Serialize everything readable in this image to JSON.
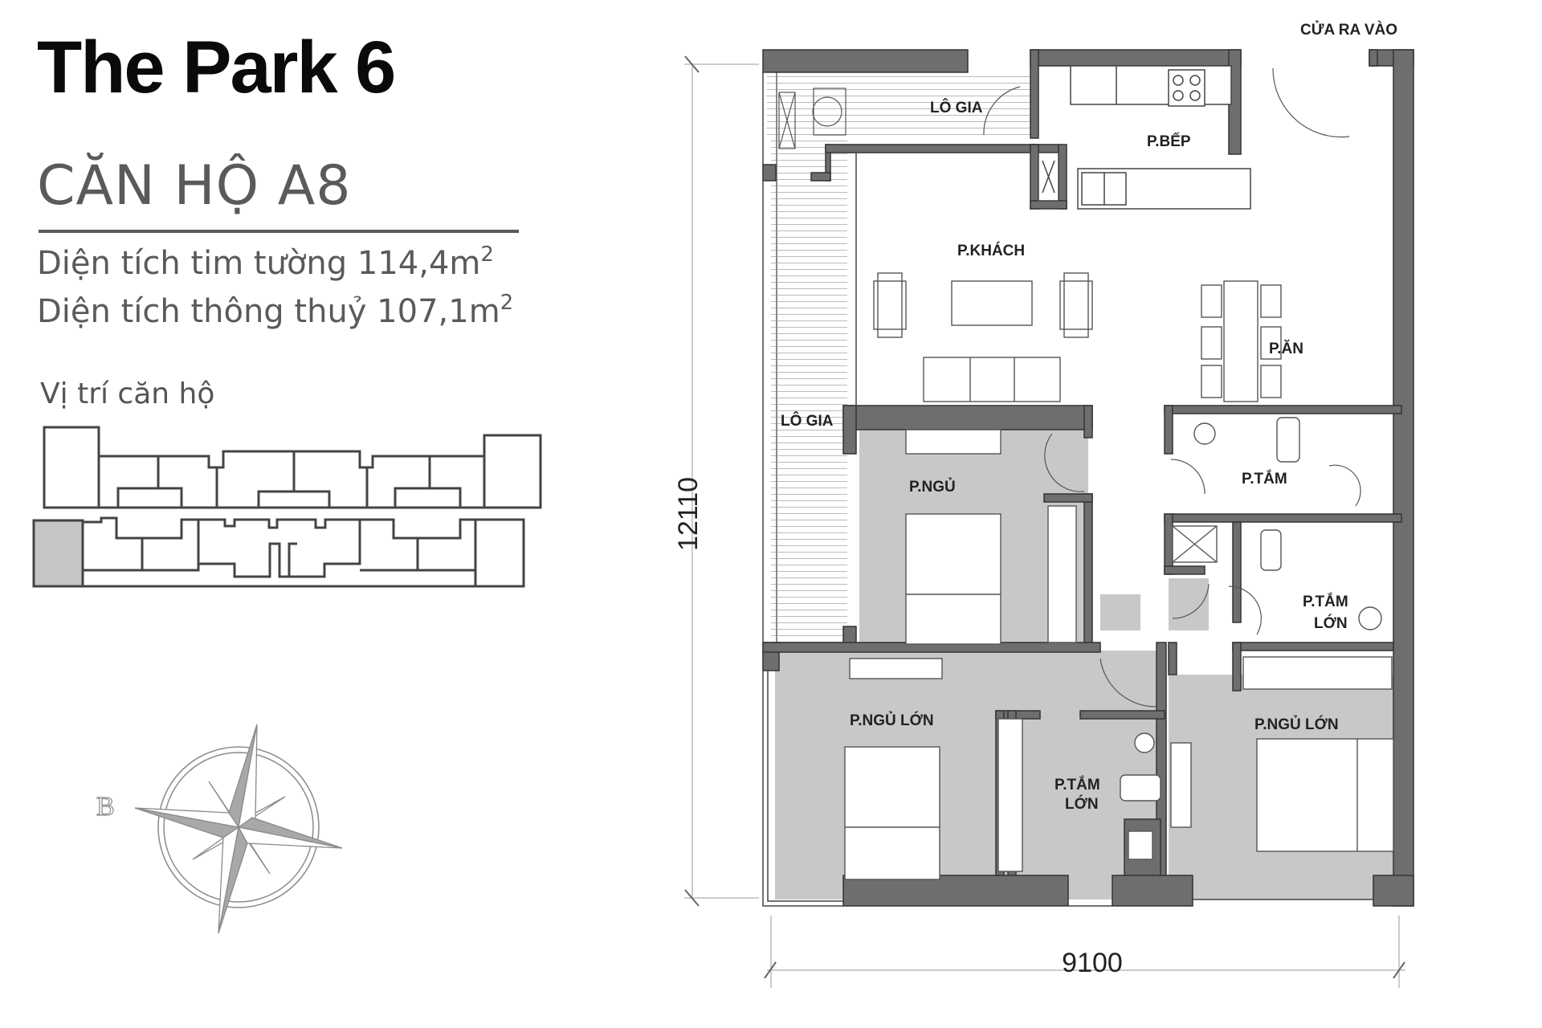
{
  "header": {
    "project_title": "The Park 6",
    "unit_title": "CĂN HỘ A8",
    "area_gross_label": "Diện tích tim tường 114,4m",
    "area_gross_unit_sup": "2",
    "area_net_label": "Diện tích thông thuỷ 107,1m",
    "area_net_unit_sup": "2"
  },
  "location": {
    "label": "Vị trí căn hộ",
    "highlight_color": "#c6c6c6",
    "highlighted_unit": "bottom-left corner"
  },
  "compass": {
    "north_letter": "B"
  },
  "floor_plan": {
    "entrance_label": "CỬA RA VÀO",
    "rooms": [
      {
        "id": "logia-top",
        "label": "LÔ GIA"
      },
      {
        "id": "kitchen",
        "label": "P.BẾP"
      },
      {
        "id": "living",
        "label": "P.KHÁCH"
      },
      {
        "id": "dining",
        "label": "P.ĂN"
      },
      {
        "id": "logia-side",
        "label": "LÔ GIA"
      },
      {
        "id": "bedroom",
        "label": "P.NGỦ"
      },
      {
        "id": "bath",
        "label": "P.TẮM"
      },
      {
        "id": "master-bath-right-1",
        "label": "P.TẮM"
      },
      {
        "id": "master-bath-right-2",
        "label": "LỚN"
      },
      {
        "id": "master-bedroom-left",
        "label": "P.NGỦ LỚN"
      },
      {
        "id": "master-bath-left-1",
        "label": "P.TẮM"
      },
      {
        "id": "master-bath-left-2",
        "label": "LỚN"
      },
      {
        "id": "master-bedroom-right",
        "label": "P.NGỦ LỚN"
      }
    ],
    "dimensions": {
      "height": "12110",
      "width": "9100"
    },
    "colors": {
      "wall": "#6e6e6e",
      "bedroom_fill": "#c8c8c8",
      "line": "#333333"
    }
  }
}
